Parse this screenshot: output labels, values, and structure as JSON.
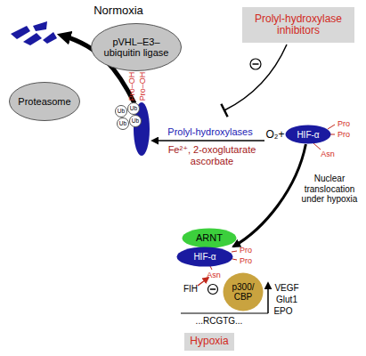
{
  "diagram": {
    "nodes": [
      {
        "text": [
          "pVHL–E3– ubiquitin ligase"
        ]
      },
      {
        "text": [
          "Prolyl-hydroxylase inhibitors"
        ]
      },
      {
        "text": [
          "Proteasome"
        ]
      },
      {
        "text": [
          "Ub"
        ]
      },
      {
        "text": [
          "Ub"
        ]
      },
      {
        "text": [
          "Ub"
        ]
      },
      {
        "text": [
          "Ub"
        ]
      },
      {
        "text": [
          "HIF-α"
        ]
      },
      {
        "text": [
          "ARNT"
        ]
      },
      {
        "text": [
          "HIF-α"
        ]
      },
      {
        "text": [
          "p300/ CBP"
        ]
      },
      {
        "text": [
          "Hypoxia"
        ]
      }
    ],
    "edges": [
      {
        "from": 7,
        "to": 9,
        "arrow": "to",
        "label": "Nuclear translocation under hypoxia"
      }
    ],
    "labels": [
      "Normoxia",
      "Pro–OH",
      "Pro–OH",
      "Prolyl-hydroxylases",
      "Fe²⁺, 2-oxoglutarate ascorbate",
      "O₂+",
      "Pro",
      "Pro",
      "Asn",
      "Pro",
      "Pro",
      "Asn",
      "FIH",
      "...RCGTG...",
      "VEGF",
      "Glut1",
      "EPO"
    ]
  }
}
